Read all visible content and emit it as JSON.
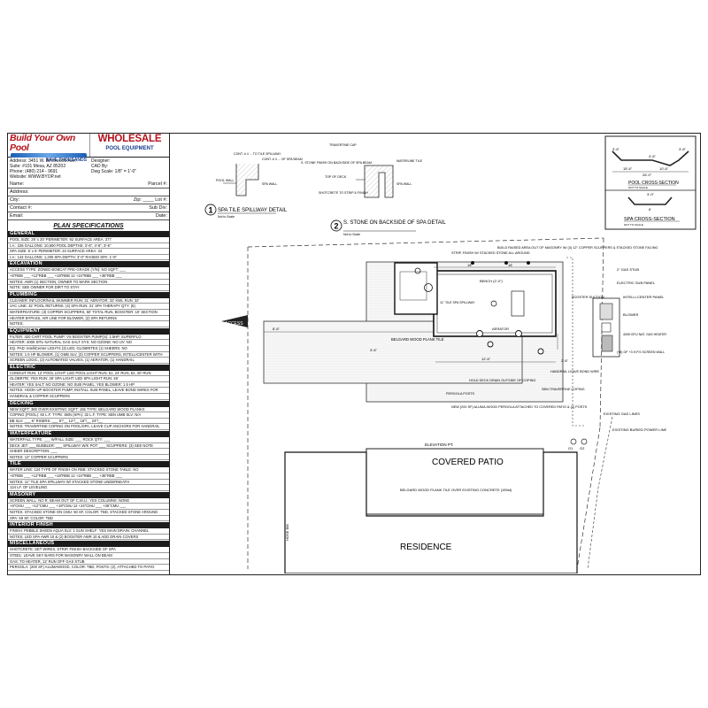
{
  "logo": {
    "byop_line1": "Build Your Own Pool",
    "byop_line2": "SAVE THOUSANDS",
    "wholesale_line1": "WHOLESALE",
    "wholesale_line2": "POOL EQUIPMENT"
  },
  "title_block": {
    "address_lines": [
      "Address: 3451 W. Birchwood Ave.",
      "Suite: #101 Mesa, AZ 85202",
      "Phone: (480) 214 - 9691",
      "Website: WWW.BYOP.net"
    ],
    "designer": "Designer:",
    "cad_by": "CAD By:",
    "scale": "Dwg Scale: 1/8\" = 1'-0\"",
    "fields": [
      {
        "left": "Name:",
        "right": "Parcel #:"
      },
      {
        "left": "Address:",
        "right": ""
      },
      {
        "left": "City:",
        "right": "Zip: ____ Lot #:"
      },
      {
        "left": "Contact #:",
        "right": "Sub Div:"
      },
      {
        "left": "Email:",
        "right": "Date:"
      }
    ]
  },
  "plan_specifications": {
    "title": "PLAN SPECIFICATIONS",
    "sections": [
      {
        "heading": "GENERAL",
        "lines": [
          "POOL SIZE: 26' x 20'   PERIMETER: 92   SURFACE AREA: 377",
          "I.A.: 226   GALLONS: 10,600   POOL DEPTHS: 3'-6\", 4'-6\", 3'-6\"",
          "SPA SIZE: 6' x 6'   PERIMETER: 24   SURFACE AREA: 34",
          "I.A.: 144   GALLONS: 1,200   SPA DEPTH: 3'-0\"   RAISED SPA: 1'-6\""
        ]
      },
      {
        "heading": "EXCAVATION",
        "lines": [
          "ACCESS TYPE: ZONED BOBCAT   PRE-GRADE (Y/N): NO   SQFT: ___",
          "+6\"RBB ___ +12\"RBB ___ +18\"RBB 12 +24\"RBB ___ +36\"RBB ___",
          "NOTES: AWR (1) SECTION; OWNER TO MARK SECTION",
          "NOTE: SEE OWNER FOR DIRT TO STAY"
        ]
      },
      {
        "heading": "PLUMBING",
        "lines": [
          "CLEANER: INFLOOR/NAIL   SKIMMER RUN: 31'   AERATOR: 32'   KWL RUN: 32'",
          "VAC LINE: 32'   POOL RETURNS: (4)   SPA RUN: 31'   SPA THERAPY QTY: (6)",
          "WATERFEATURE: (3) COPPER SCUPPERS, 50' TOTAL RUN, BOOSTER: 10' SECTION",
          "HEATER BYPASS, AIR LINE FOR BLOWER, (2) SPA RETURNS",
          "NOTES:"
        ]
      },
      {
        "heading": "EQUIPMENT",
        "lines": [
          "FILTER: 420 CART   POOL PUMP: VS   BOOSTER PUMP(S): 1.5HP, SUPERFLO",
          "HEATER: 400K BTU NATURAL GAS   SALT SYS: NO   OZONE: NO   UV: NO",
          "EQ. PAD: IntelliCenter LIGHTS (3) LED, GLOBRITES (1)   SHEERS: NO",
          "NOTES: 1.5 HP BLOWER, (1) GMB SLV, (3) COPPER SCUPPERS, INTELLICENTER WITH",
          "SCREEN LOGIC, (2) AUTOMATED VALVES, (1) AERATOR, (1) HANDRAIL"
        ]
      },
      {
        "heading": "ELECTRIC",
        "lines": [
          "CONDUIT RUN: 12'   POOL LIGHT: LED   POOL LIGHT RUN: 61, 24' RUN, 62, 40' RUN",
          "GLOBRITE: YES   RUN: 26'   SPA LIGHT: LED   SPA LIGHT RUN: 26'",
          "HEATER: YES   SALT: NO   OZONE: NO   SUB PANEL: YES   BLOWER: 1.5 HP",
          "NOTES: HOOK-UP BOOSTER PUMP, INSTALL SUB-PANEL, LEAVE BOND WIRES FOR",
          "HANDRAIL & COPPER SCUPPERS"
        ]
      },
      {
        "heading": "DECKING",
        "lines": [
          "NEW SQFT: 380   OVER EXISTING SQFT: 155   TYPE: BELGARD WOOD PLANKS",
          "COPING (POOL): 92 L.F.   TYPE: SBN   (SPA): 32 L.F.   TYPE: SBN   UMB SLV: N/A",
          "BB SLV: ___ 6\" RISERS: ___ 6\"/__ 12\"/__ 18\"/__ 24\"/__",
          "NOTES: TRAVERTINE COPING ON POOL/SPA, LEAVE CUP ANCHORS FOR HANDRAIL"
        ]
      },
      {
        "heading": "WATERFEATURE",
        "lines": [
          "WATERFALL TYPE: ___ W/FALL SIZE: ___ ROCK QTY: ___",
          "DECK JET: ___ BUBBLER: ___ SPILLWAY W/K POT: ___ SCUPPERS: (3) SEE NOTE",
          "SHEER DESCRIPTION: ___",
          "NOTES: 12\" COPPER SCUPPERS"
        ]
      },
      {
        "heading": "TILE",
        "lines": [
          "WATER LINE: 134   TYPE OF FINISH ON RBB: STACKED STONE   TABLE: NO",
          "+6\"RBB ___ +12\"RBB ___ +18\"RBB 12 +24\"RBB ___ +36\"RBB ___",
          "NOTES: 11\" TILE SPA SPILLWAY W/ STACKED STONE UNDERNEATH",
          "124 LF. OF LEVELING"
        ]
      },
      {
        "heading": "MASONRY",
        "lines": [
          "SCREEN WALL: NO   R. BEAM OUT OF C.M.U.: YES   COLUMNS: NONE",
          "+6\"CMU ___ +12\"CMU ___ +18\"CMU 12 +24\"CMU ___ +36\"CMU ___",
          "NOTES: STACKED STONE ON CMU: 50 SF, COLOR: TBD, STACKED STONE AROUND",
          "SPA: 59 SF, COLOR: TBD"
        ]
      },
      {
        "heading": "INTERIOR FINISH",
        "lines": [
          "FINISH: PEBBLE SHEEN AQUA   SLV: 1   SUN SHELF: YES   MAIN DRAIN: CHANNEL",
          "NOTES: LED SPA AWR 10 & (2) BOOSTER AWR 10 & ADD DRAIN COVERS"
        ]
      },
      {
        "heading": "MISCELLANEOUS",
        "lines": [
          "SHOTCRETE: SET WIRES, STRIP, FINISH BACKSIDE OF SPA",
          "STEEL: LEAVE SKY BARS FOR MASONRY WALL ON BEAM",
          "GAS: TO HEATER, 12' RUN OFF GAS STUB",
          "PERGOLA: (200 SF) ALUMAWOOD, COLOR: TBD, POSTS: (2), ATTACHED TO PATIO"
        ]
      }
    ]
  },
  "drawing": {
    "detail1_title": "SPA TILE SPILLWAY DETAIL",
    "detail1_number": "1",
    "detail1_scale": "Not to Scale",
    "detail1_labels": [
      "CONT. # 4 ... TO TILE SPILLWAY",
      "CONT. # 4 ... OF SPA BEAM",
      "POOL WALL",
      "SPA WALL"
    ],
    "detail2_title": "S. STONE ON BACKSIDE OF SPA DETAIL",
    "detail2_number": "2",
    "detail2_scale": "Not to Scale",
    "detail2_labels": [
      "TRAVERTINE CAP",
      "S. STONE FINISH ON BACKSIDE OF SPA BEAM",
      "TOP OF DECK",
      "SHOTCRETE TO STRIP & FINISH",
      "WATERLINE TILE",
      "SPA WALL"
    ],
    "pool_section_title": "POOL CROSS-SECTION",
    "pool_section_dims": [
      "3'-6\"",
      "4'-6\"",
      "3'-6\"",
      "15'-6\"",
      "10'-6\"",
      "26'-0\""
    ],
    "spa_section_title": "SPA CROSS-SECTION",
    "spa_section_dims": [
      "3'-0\"",
      "6'"
    ],
    "section_scale": "NOT TO SCALE",
    "plan_labels": {
      "strip_finish": "STRIP, FINISH W/ STACKED STONE ALL AROUND",
      "build_raised": "BUILD RAISED AREA OUT OF MASONRY W/ (3) 12\" COPPER SCUPPERS & STACKED STONE FACING",
      "gas_stub": "2\" GAS STUB",
      "electric_sub": "ELECTRIC SUB PANEL",
      "intelli": "INTELLI-CENTER PANEL",
      "blower": "BLOWER",
      "heater": "400K BTU NAT. GAS HEATER",
      "screen_wall": "(+6) OF +3 H.P.S SCREEN WALL",
      "booster": "BOOSTER SUCTION",
      "bench": "BENCH (2'-0\")",
      "tile_spillway": "11\" TILE SPA SPILLWAY",
      "aerator": "AERATOR",
      "belgard": "BELGARD WOOD PLANK TILE",
      "hold_deck": "HOLD DECK DRAIN OUTSIDE OF COPING",
      "pergola_posts": "PERGOLA POSTS",
      "handrail": "HANDRAIL LEAVE BOND WIRE",
      "sbn": "SBN TRAVERTINE COPING",
      "new_alumawood": "NEW (200 SF) ALUMA-WOOD PERGOLA ATTACHED TO COVERED PATIO & (2) POSTS",
      "existing_gas": "EXISTING GAS LINES",
      "existing_power": "EXISTING BURIED POWER LINE",
      "elevation": "ELEVATION PT.",
      "covered_patio": "COVERED PATIO",
      "belgard_over": "BELGARD WOOD PLANK TILE OVER EXISTING CONCRETE (155sf)",
      "residence": "RESIDENCE",
      "access": "ACCESS",
      "hose_bib": "HOSE BIB",
      "dims": [
        "18'",
        "18'",
        "8'-6\"",
        "12'-6\"",
        "2'-6\"",
        "3'-6\"",
        "G1",
        "G2"
      ]
    }
  }
}
